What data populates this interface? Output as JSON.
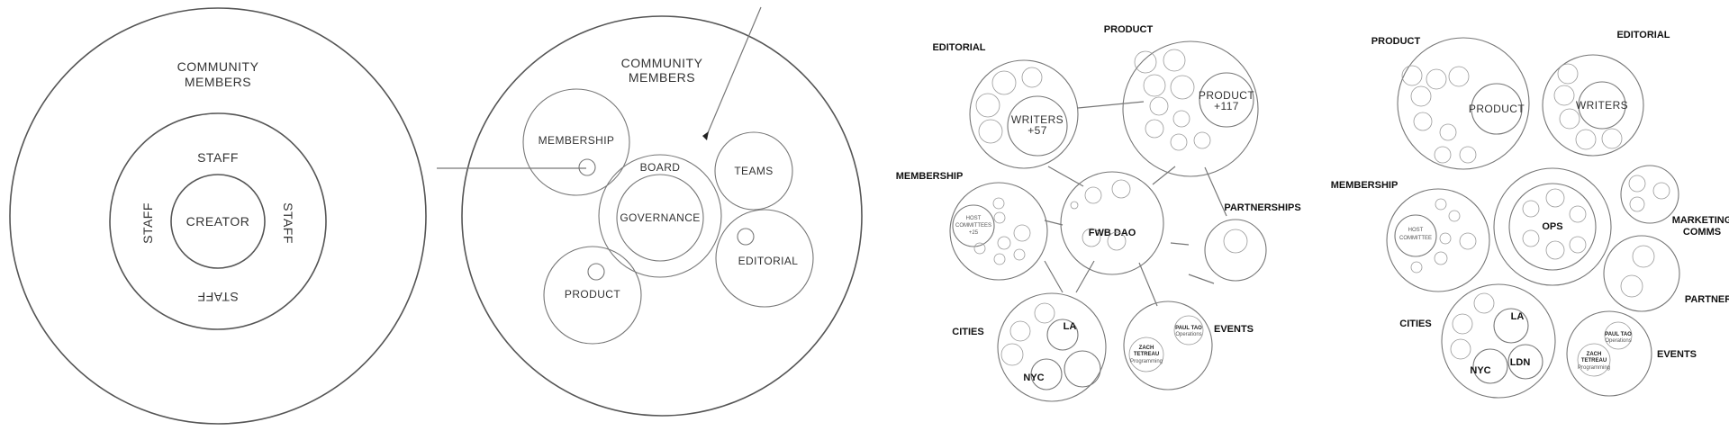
{
  "panel1": {
    "outer_label_line1": "COMMUNITY",
    "outer_label_line2": "MEMBERS",
    "staff_top": "STAFF",
    "staff_left": "STAFF",
    "staff_right": "STAFF",
    "staff_bottom": "STAFF",
    "center": "CREATOR"
  },
  "panel2": {
    "outer_label_line1": "COMMUNITY",
    "outer_label_line2": "MEMBERS",
    "membership": "MEMBERSHIP",
    "board": "BOARD",
    "governance": "GOVERNANCE",
    "teams": "TEAMS",
    "editorial": "EDITORIAL",
    "product": "PRODUCT"
  },
  "panel3": {
    "editorial": "EDITORIAL",
    "product": "PRODUCT",
    "membership": "MEMBERSHIP",
    "partnerships": "PARTNERSHIPS",
    "cities": "CITIES",
    "events": "EVENTS",
    "center": "FWB DAO",
    "writers_line1": "WRITERS",
    "writers_line2": "+57",
    "product_line1": "PRODUCT",
    "product_line2": "+117",
    "host_line1": "HOST",
    "host_line2": "COMMITTEES",
    "host_line3": "+25",
    "la": "LA",
    "nyc": "NYC",
    "paul": "PAUL TAO",
    "paul_role": "Operations",
    "zach_line1": "ZACH",
    "zach_line2": "TETREAU",
    "zach_role": "Programming"
  },
  "panel4": {
    "product": "PRODUCT",
    "editorial": "EDITORIAL",
    "membership": "MEMBERSHIP",
    "marketing_line1": "MARKETING",
    "marketing_line2": "COMMS",
    "partnerships": "PARTNER",
    "cities": "CITIES",
    "events": "EVENTS",
    "product_inner": "PRODUCT",
    "writers": "WRITERS",
    "host_line1": "HOST",
    "host_line2": "COMMITTEE",
    "ops": "OPS",
    "la": "LA",
    "nyc": "NYC",
    "ldn": "LDN",
    "paul": "PAUL TAO",
    "paul_role": "Operations",
    "zach_line1": "ZACH",
    "zach_line2": "TETREAU",
    "zach_role": "Programming"
  }
}
